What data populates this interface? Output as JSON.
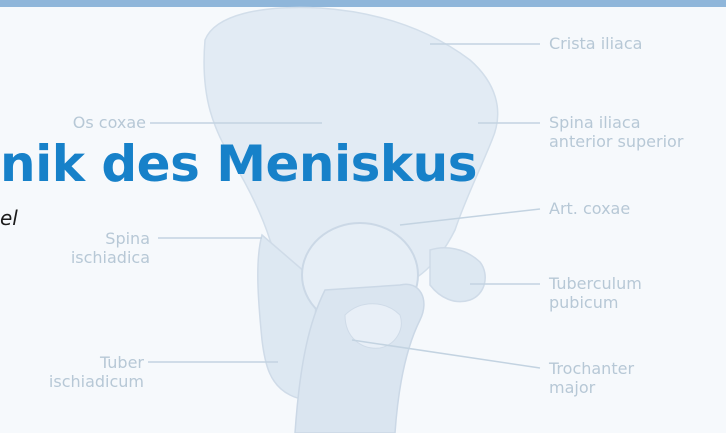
{
  "title_fragment": "nik des Meniskus",
  "subtitle_fragment": "el",
  "anatomy_labels": {
    "crista_iliaca": "Crista iliaca",
    "os_coxae": "Os coxae",
    "spina_iliaca_line1": "Spina iliaca",
    "spina_iliaca_line2": "anterior superior",
    "art_coxae": "Art. coxae",
    "spina_ischiadica_line1": "Spina",
    "spina_ischiadica_line2": "ischiadica",
    "tuberculum_pubicum_line1": "Tuberculum",
    "tuberculum_pubicum_line2": "pubicum",
    "trochanter_major_line1": "Trochanter",
    "trochanter_major_line2": "major",
    "tuber_ischiadicum_line1": "Tuber",
    "tuber_ischiadicum_line2": "ischiadicum"
  },
  "colors": {
    "title": "#1781c9",
    "band": "#8fb6da",
    "bone_fill": "#dfe9f3",
    "label_text": "#b7c8d6"
  }
}
